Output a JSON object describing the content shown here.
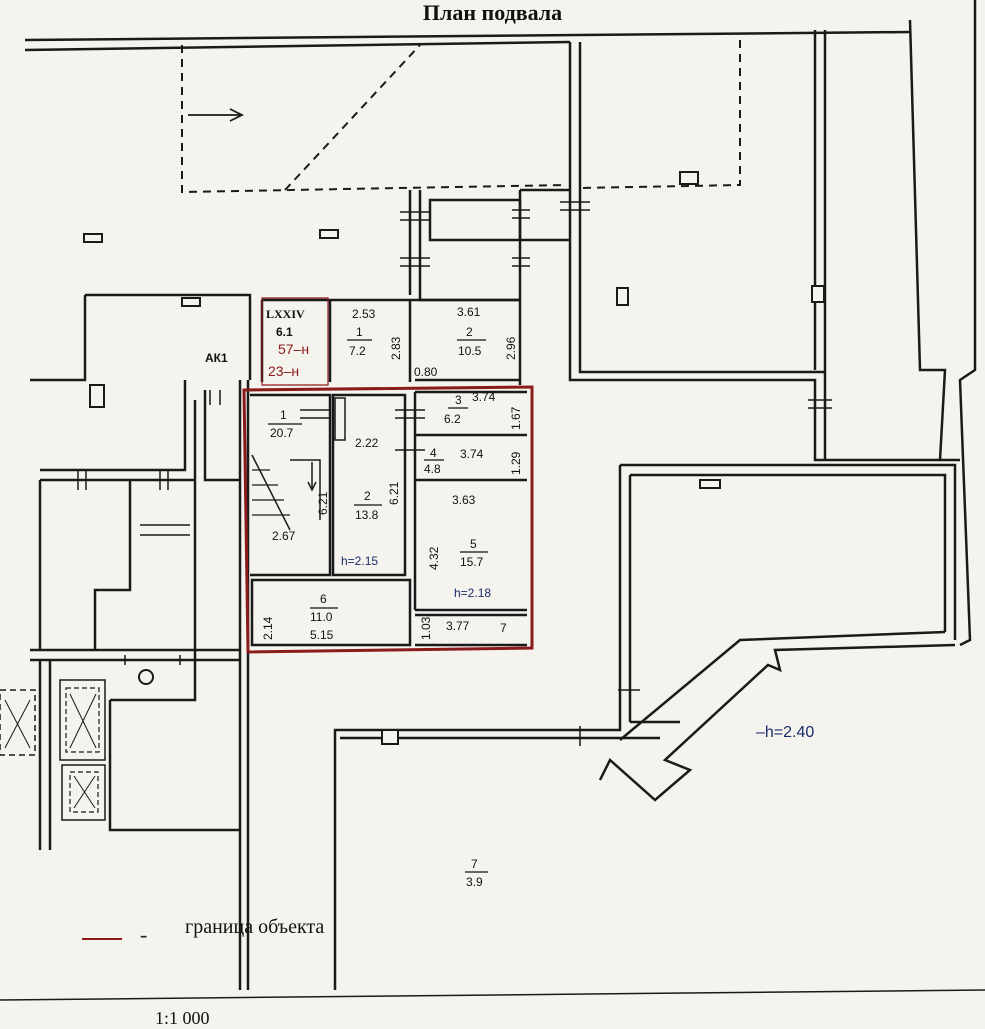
{
  "title": "План подвала",
  "legend": {
    "dash": "-",
    "text": "граница объекта"
  },
  "scale_text": "1:1 000",
  "colors": {
    "boundary": "#8b1a1a",
    "wall": "#1a1a1a",
    "height_text": "#1a2c6b"
  },
  "labels": {
    "ak1": "АК1",
    "lxxiv": "LXXIV",
    "r61": "6.1",
    "n57": "57–н",
    "n23": "23–н",
    "r253": "2.53",
    "r1_num": "1",
    "r1_area": "7.2",
    "r283": "2.83",
    "r080": "0.80",
    "r361": "3.61",
    "r2_num": "2",
    "r2_area": "10.5",
    "r296": "2.96",
    "m1_num": "1",
    "m1_area": "20.7",
    "m222": "2.22",
    "m2_num": "2",
    "m2_area": "13.8",
    "m621a": "6.21",
    "m621b": "6.21",
    "m267": "2.67",
    "h215": "h=2.15",
    "m3_num": "3",
    "m3_area": "6.2",
    "m374a": "3.74",
    "m167": "1.67",
    "m4_num": "4",
    "m4_area": "4.8",
    "m374b": "3.74",
    "m129": "1.29",
    "m363": "3.63",
    "m432": "4.32",
    "m5_num": "5",
    "m5_area": "15.7",
    "h218": "h=2.18",
    "m214": "2.14",
    "m6_num": "6",
    "m6_area": "11.0",
    "m515": "5.15",
    "m103": "1.03",
    "m377": "3.77",
    "m7": "7",
    "h240": "–h=2.40",
    "b7_num": "7",
    "b7_area": "3.9"
  }
}
